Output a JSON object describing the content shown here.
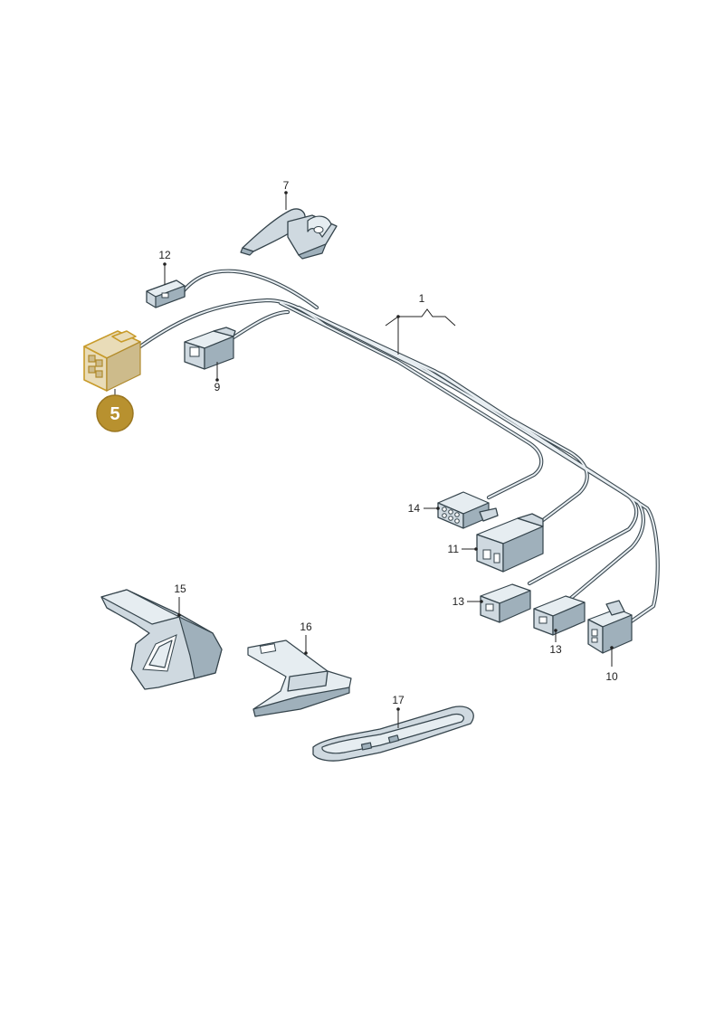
{
  "parts": {
    "p1": "1",
    "p5": "5",
    "p7": "7",
    "p9": "9",
    "p10": "10",
    "p11": "11",
    "p12": "12",
    "p13a": "13",
    "p13b": "13",
    "p14": "14",
    "p15": "15",
    "p16": "16",
    "p17": "17"
  },
  "colors": {
    "highlight_badge": "#b8912f",
    "highlight_part": "#e9dcb8",
    "part_fill": "#cfd9e0",
    "outline": "#35444c"
  }
}
